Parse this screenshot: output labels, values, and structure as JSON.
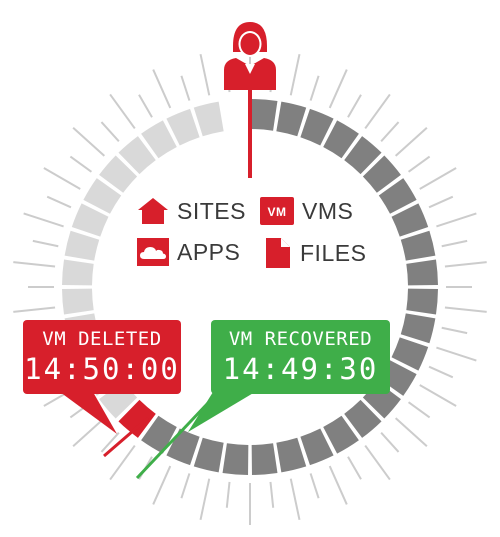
{
  "colors": {
    "red": "#d71f2b",
    "green": "#3fae49",
    "past_segment": "#d9d9d9",
    "future_segment": "#808080",
    "tick": "#cccccc",
    "text": "#3a3a3a"
  },
  "icons": {
    "user": "user-icon",
    "sites": "home-icon",
    "vms": "vm-badge-icon",
    "apps": "cloud-icon",
    "files": "file-icon"
  },
  "legend": {
    "sites_label": "SITES",
    "vms_label": "VMS",
    "vms_badge": "VM",
    "apps_label": "APPS",
    "files_label": "FILES"
  },
  "deleted": {
    "label": "VM DELETED",
    "time": "14:50:00"
  },
  "recovered": {
    "label": "VM RECOVERED",
    "time": "14:49:30"
  }
}
